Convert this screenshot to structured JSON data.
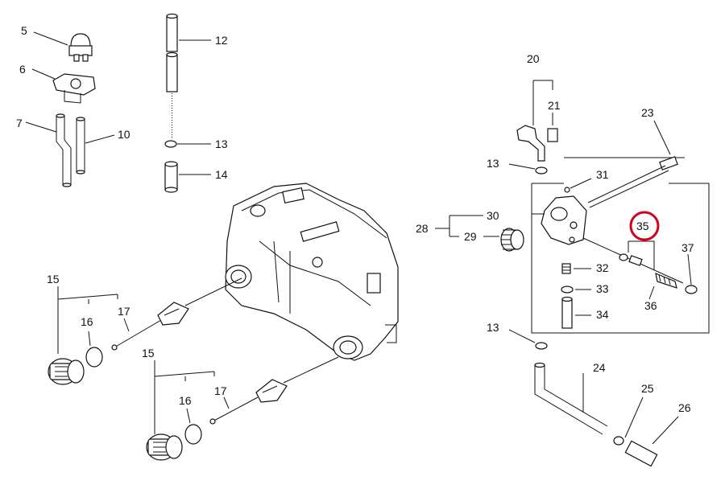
{
  "diagram": {
    "highlight_color": "#d0021b",
    "labels": {
      "p5": "5",
      "p6": "6",
      "p7": "7",
      "p10": "10",
      "p12": "12",
      "p13a": "13",
      "p14": "14",
      "p15a": "15",
      "p16a": "16",
      "p17a": "17",
      "p15b": "15",
      "p16b": "16",
      "p17b": "17",
      "p20": "20",
      "p21": "21",
      "p23": "23",
      "p13b": "13",
      "p31": "31",
      "p28": "28",
      "p30": "30",
      "p29": "29",
      "p35": "35",
      "p37": "37",
      "p32": "32",
      "p33": "33",
      "p36": "36",
      "p34": "34",
      "p13c": "13",
      "p24": "24",
      "p25": "25",
      "p26": "26"
    }
  }
}
